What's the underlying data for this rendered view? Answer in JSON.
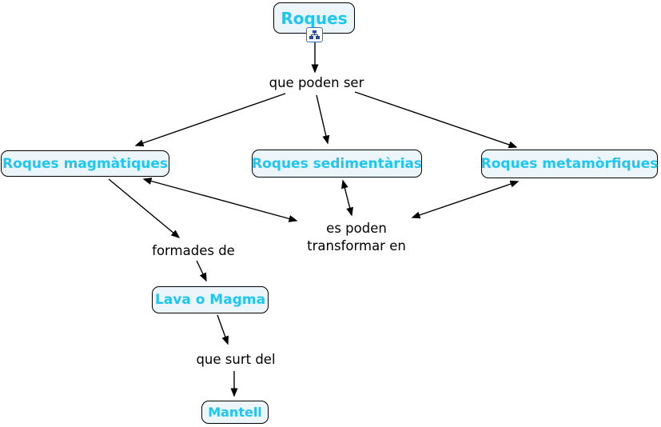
{
  "canvas": {
    "background": "#ffffff"
  },
  "colors": {
    "concept_text": "#1ec6f2",
    "concept_fill": "#ecf5fa",
    "concept_border": "#000000",
    "linking_phrase_text": "#000000",
    "arrow": "#000000",
    "resource_icon_border": "#3b6fb5",
    "resource_icon_glyph": "#1b3e91"
  },
  "concepts": {
    "roques": {
      "label": "Roques"
    },
    "magmatiques": {
      "label": "Roques magmàtiques"
    },
    "sedimentarias": {
      "label": "Roques sedimentàrias"
    },
    "metamorfiques": {
      "label": "Roques metamòrfiques"
    },
    "lava": {
      "label": "Lava o Magma"
    },
    "mantell": {
      "label": "Mantell"
    }
  },
  "linking_phrases": {
    "que_poden_ser": {
      "label": "que poden ser"
    },
    "es_poden": {
      "label": "es poden\ntransformar en"
    },
    "formades_de": {
      "label": "formades de"
    },
    "que_surt_del": {
      "label": "que surt del"
    }
  },
  "icons": {
    "resource": "sitemap-icon"
  }
}
